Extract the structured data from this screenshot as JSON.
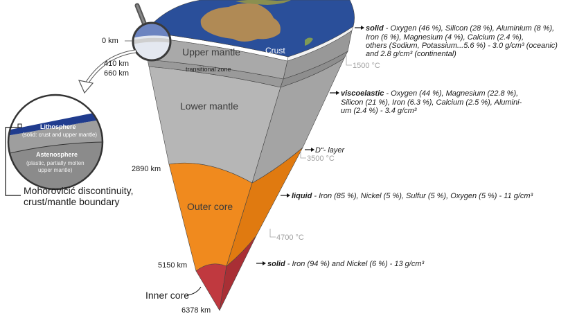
{
  "depths": {
    "d0": "0 km",
    "d410": "410 km",
    "d660": "660 km",
    "d2890": "2890 km",
    "d5150": "5150 km",
    "d6378": "6378 km"
  },
  "layers": {
    "crust": "Crust",
    "upper_mantle": "Upper mantle",
    "transitional": "transitional zone",
    "lower_mantle": "Lower mantle",
    "outer_core": "Outer core",
    "inner_core": "Inner core",
    "dlayer": "D“- layer"
  },
  "temperatures": {
    "t1500": "1500 °C",
    "t3500": "3500 °C",
    "t4700": "4700 °C"
  },
  "inset": {
    "lithosphere": "Lithosphere",
    "lithosphere_sub": "(solid: crust and upper mantle)",
    "asthenosphere": "Astenosphere",
    "asth_sub1": "(plastic, partially molten",
    "asth_sub2": "upper mantle)"
  },
  "moho": {
    "line1": "Mohorovičić discontinuity,",
    "line2": "crust/mantle boundary"
  },
  "descriptions": {
    "crust": {
      "state": "solid",
      "l1": " - Oxygen (46 %), Silicon (28 %), Aluminium (8 %),",
      "l2": "Iron (6 %), Magnesium (4 %), Calcium (2.4 %),",
      "l3": "others (Sodium, Potassium...5.6 %) - 3.0 g/cm³ (oceanic)",
      "l4": "and 2.8 g/cm³ (continental)"
    },
    "mantle": {
      "state": "viscoelastic",
      "l1": " - Oxygen (44 %), Magnesium (22.8 %),",
      "l2": "Silicon (21 %), Iron (6.3 %), Calcium (2.5 %), Alumini-",
      "l3": "um (2.4 %) - 3.4 g/cm³"
    },
    "outer_core": {
      "state": "liquid",
      "l1": " - Iron (85 %), Nickel (5 %), Sulfur (5 %), Oxygen (5 %) - 11 g/cm³"
    },
    "inner_core": {
      "state": "solid",
      "l1": " - Iron (94 %) and Nickel (6 %) - 13 g/cm³"
    }
  },
  "colors": {
    "ocean": "#2a4f9a",
    "land": "#b08a55",
    "upper_mantle": "#a9a9a9",
    "lower_mantle": "#b6b6b6",
    "outer_core": "#f08a1e",
    "inner_core": "#c0393f"
  }
}
